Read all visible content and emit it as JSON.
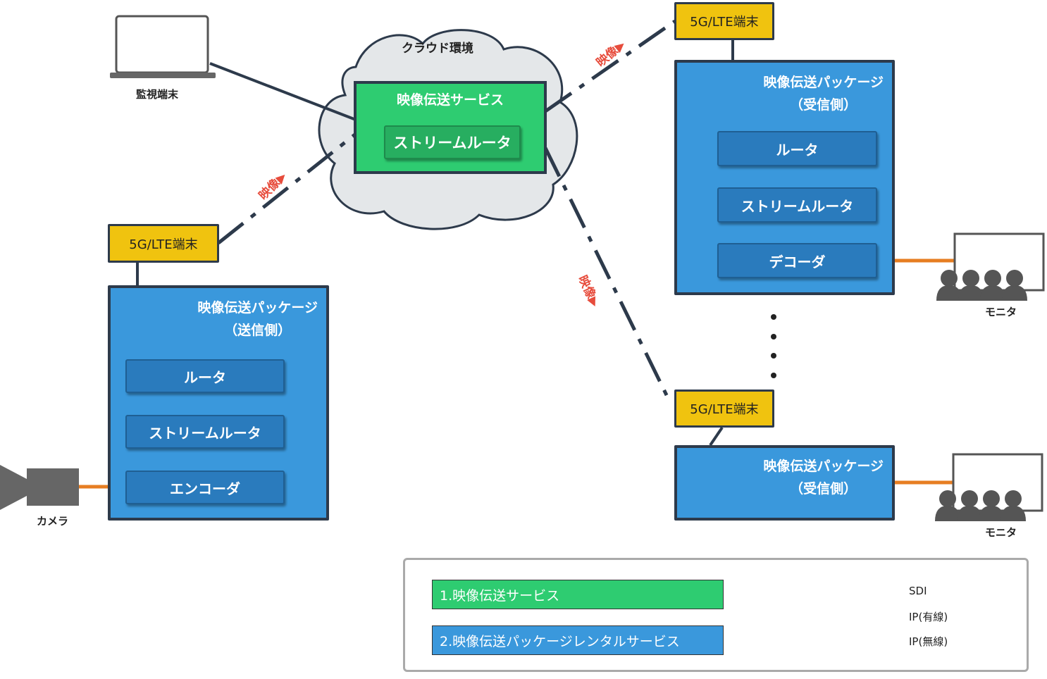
{
  "cloud": {
    "title": "クラウド環境"
  },
  "service": {
    "title": "映像伝送サービス",
    "inner": "ストリームルータ"
  },
  "monitoring": {
    "label": "監視端末"
  },
  "camera": {
    "label": "カメラ"
  },
  "terminals": [
    "5G/LTE端末",
    "5G/LTE端末",
    "5G/LTE端末"
  ],
  "flow_label": "映像",
  "sender": {
    "title_1": "映像伝送パッケージ",
    "title_2": "（送信側）",
    "components": [
      "ルータ",
      "ストリームルータ",
      "エンコーダ"
    ]
  },
  "receiver1": {
    "title_1": "映像伝送パッケージ",
    "title_2": "（受信側）",
    "components": [
      "ルータ",
      "ストリームルータ",
      "デコーダ"
    ]
  },
  "receiver2": {
    "title_1": "映像伝送パッケージ",
    "title_2": "（受信側）"
  },
  "monitors": [
    "モニタ",
    "モニタ"
  ],
  "legend": {
    "service_1": "1.映像伝送サービス",
    "service_2": "2.映像伝送パッケージレンタルサービス",
    "sdi": "SDI",
    "ip_wired": "IP(有線)",
    "ip_wireless": "IP(無線)"
  },
  "colors": {
    "sdi": "#e67e22",
    "ip": "#2d3a4b",
    "green": "#2ecc71",
    "blue": "#3a98dc",
    "terminal": "#f0c30f"
  }
}
